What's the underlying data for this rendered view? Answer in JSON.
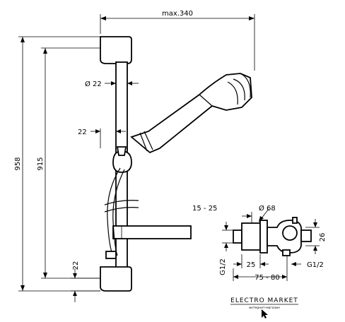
{
  "dimensions": {
    "max_width": "max.340",
    "rod_diameter": "Ø 22",
    "offset": "22",
    "height_total": "958",
    "height_rod": "915",
    "bottom_offset": "22",
    "valve_spacing": "15 - 25",
    "valve_diameter": "Ø 68",
    "valve_height": "26",
    "inlet_left": "G1/2",
    "inlet_depth": "25",
    "inlet_span": "75 - 80",
    "inlet_right": "G1/2"
  },
  "watermark": {
    "brand": "ELECTRO MARKET",
    "tagline": "интернет-магазин"
  }
}
